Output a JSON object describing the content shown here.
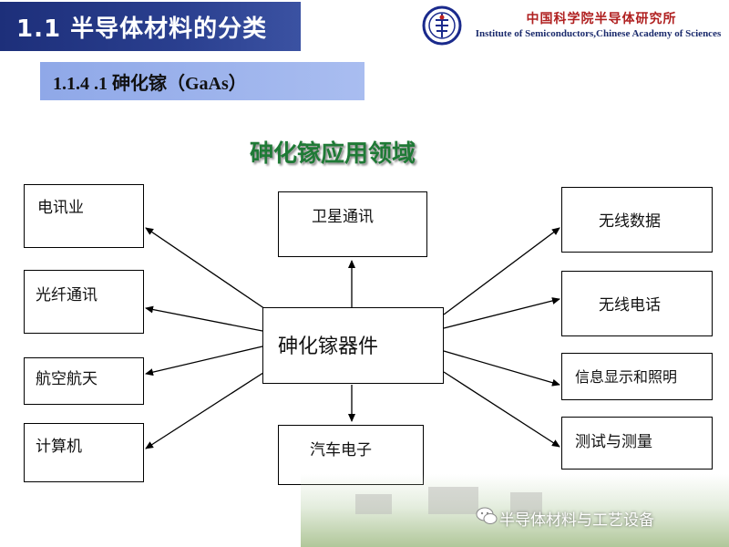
{
  "header": {
    "title": "1.1 半导体材料的分类",
    "org_cn": "中国科学院半导体研究所",
    "org_en": "Institute of Semiconductors,Chinese Academy of Sciences",
    "subtitle": "1.1.4 .1  砷化镓（GaAs）"
  },
  "diagram": {
    "title": "砷化镓应用领域",
    "center": "砷化镓器件",
    "left_nodes": [
      "电讯业",
      "光纤通讯",
      "航空航天",
      "计算机"
    ],
    "top_node": "卫星通讯",
    "bottom_node": "汽车电子",
    "right_nodes": [
      "无线数据",
      "无线电话",
      "信息显示和照明",
      "测试与测量"
    ]
  },
  "watermark": {
    "text": "半导体材料与工艺设备"
  },
  "colors": {
    "title_bar": "#2a3f8f",
    "subtitle_bar": "#a9bdf0",
    "diagram_title": "#1f7a36",
    "org_cn": "#b02020"
  }
}
